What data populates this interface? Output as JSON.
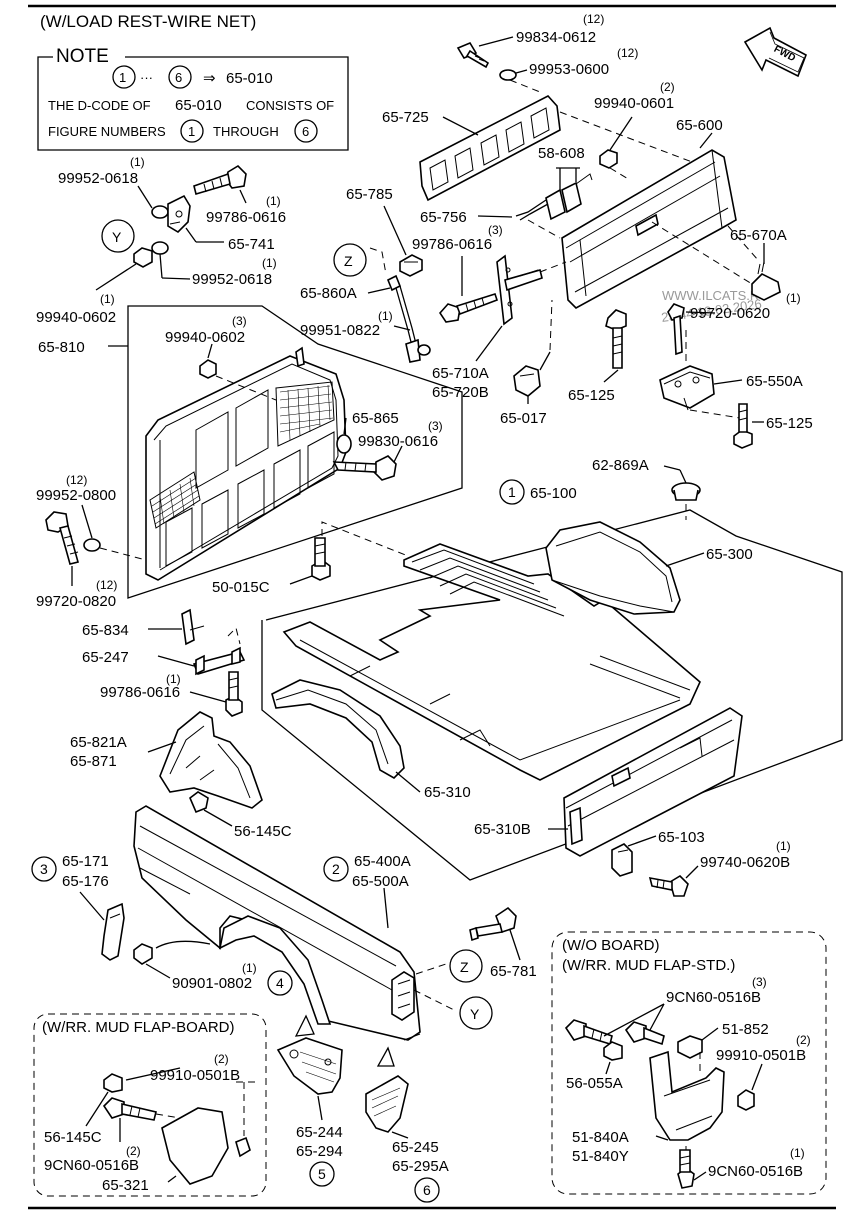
{
  "header": {
    "title": "(W/LOAD REST-WIRE NET)"
  },
  "note": {
    "title": "NOTE",
    "range_start": "1",
    "range_sep": "···",
    "range_end": "6",
    "arrow": "⇒",
    "range_target": "65-010",
    "line2_a": "THE D-CODE OF",
    "line2_b": "65-010",
    "line2_c": "CONSISTS OF",
    "line3_a": "FIGURE NUMBERS",
    "line3_b": "1",
    "line3_c": "THROUGH",
    "line3_d": "6"
  },
  "fwd_label": "FWD",
  "watermark": {
    "line1": "WWW.ILCATS.RU",
    "line2": "23:44 13.02.2026"
  },
  "circles": {
    "c1": "1",
    "c2": "2",
    "c3": "3",
    "c4": "4",
    "c5": "5",
    "c6": "6",
    "y1": "Y",
    "y2": "Y",
    "z1": "Z",
    "z2": "Z"
  },
  "parts": {
    "p99834_0612": "99834-0612",
    "q99834_0612": "(12)",
    "p99953_0600": "99953-0600",
    "q99953_0600": "(12)",
    "p65_725": "65-725",
    "p99940_0601": "99940-0601",
    "q99940_0601": "(2)",
    "p65_600": "65-600",
    "p58_608": "58-608",
    "p99952_0618a": "99952-0618",
    "q99952_0618a": "(1)",
    "p99786_0616a": "99786-0616",
    "q99786_0616a": "(1)",
    "p65_785": "65-785",
    "p65_756": "65-756",
    "p65_741": "65-741",
    "p99786_0616b": "99786-0616",
    "q99786_0616b": "(3)",
    "p65_670A": "65-670A",
    "p99952_0618b": "99952-0618",
    "q99952_0618b": "(1)",
    "p65_860A": "65-860A",
    "p99940_0602a": "99940-0602",
    "q99940_0602a": "(1)",
    "p99720_0620": "99720-0620",
    "q99720_0620": "(1)",
    "p99951_0822": "99951-0822",
    "q99951_0822": "(1)",
    "p65_810": "65-810",
    "p99940_0602b": "99940-0602",
    "q99940_0602b": "(3)",
    "p65_710A": "65-710A",
    "p65_720B": "65-720B",
    "p65_550A": "65-550A",
    "p65_125a": "65-125",
    "p65_017": "65-017",
    "p65_125b": "65-125",
    "p65_865": "65-865",
    "p99830_0616": "99830-0616",
    "q99830_0616": "(3)",
    "p62_869A": "62-869A",
    "p99952_0800": "99952-0800",
    "q99952_0800": "(12)",
    "p65_100": "65-100",
    "p65_300": "65-300",
    "p99720_0820": "99720-0820",
    "q99720_0820": "(12)",
    "p50_015C": "50-015C",
    "p65_834": "65-834",
    "p65_247": "65-247",
    "p99786_0616c": "99786-0616",
    "q99786_0616c": "(1)",
    "p65_821A": "65-821A",
    "p65_871": "65-871",
    "p65_310": "65-310",
    "p56_145Ca": "56-145C",
    "p65_310B": "65-310B",
    "p65_103": "65-103",
    "p99740_0620B": "99740-0620B",
    "q99740_0620B": "(1)",
    "p65_171": "65-171",
    "p65_176": "65-176",
    "p65_400A": "65-400A",
    "p65_500A": "65-500A",
    "p65_781": "65-781",
    "p90901_0802": "90901-0802",
    "q90901_0802": "(1)",
    "p99910_0501Ba": "99910-0501B",
    "q99910_0501Ba": "(2)",
    "p56_145Cb": "56-145C",
    "p9CN60_0516Ba": "9CN60-0516B",
    "q9CN60_0516Ba": "(2)",
    "p65_321": "65-321",
    "p65_244": "65-244",
    "p65_294": "65-294",
    "p65_245": "65-245",
    "p65_295A": "65-295A",
    "p9CN60_0516Bb": "9CN60-0516B",
    "q9CN60_0516Bb": "(3)",
    "p51_852": "51-852",
    "p99910_0501Bb": "99910-0501B",
    "q99910_0501Bb": "(2)",
    "p56_055A": "56-055A",
    "p51_840A": "51-840A",
    "p51_840Y": "51-840Y",
    "p9CN60_0516Bc": "9CN60-0516B",
    "q9CN60_0516Bc": "(1)"
  },
  "boxes": {
    "mudflap_board": "(W/RR. MUD FLAP-BOARD)",
    "wo_board_1": "(W/O BOARD)",
    "wo_board_2": "(W/RR. MUD FLAP-STD.)"
  }
}
